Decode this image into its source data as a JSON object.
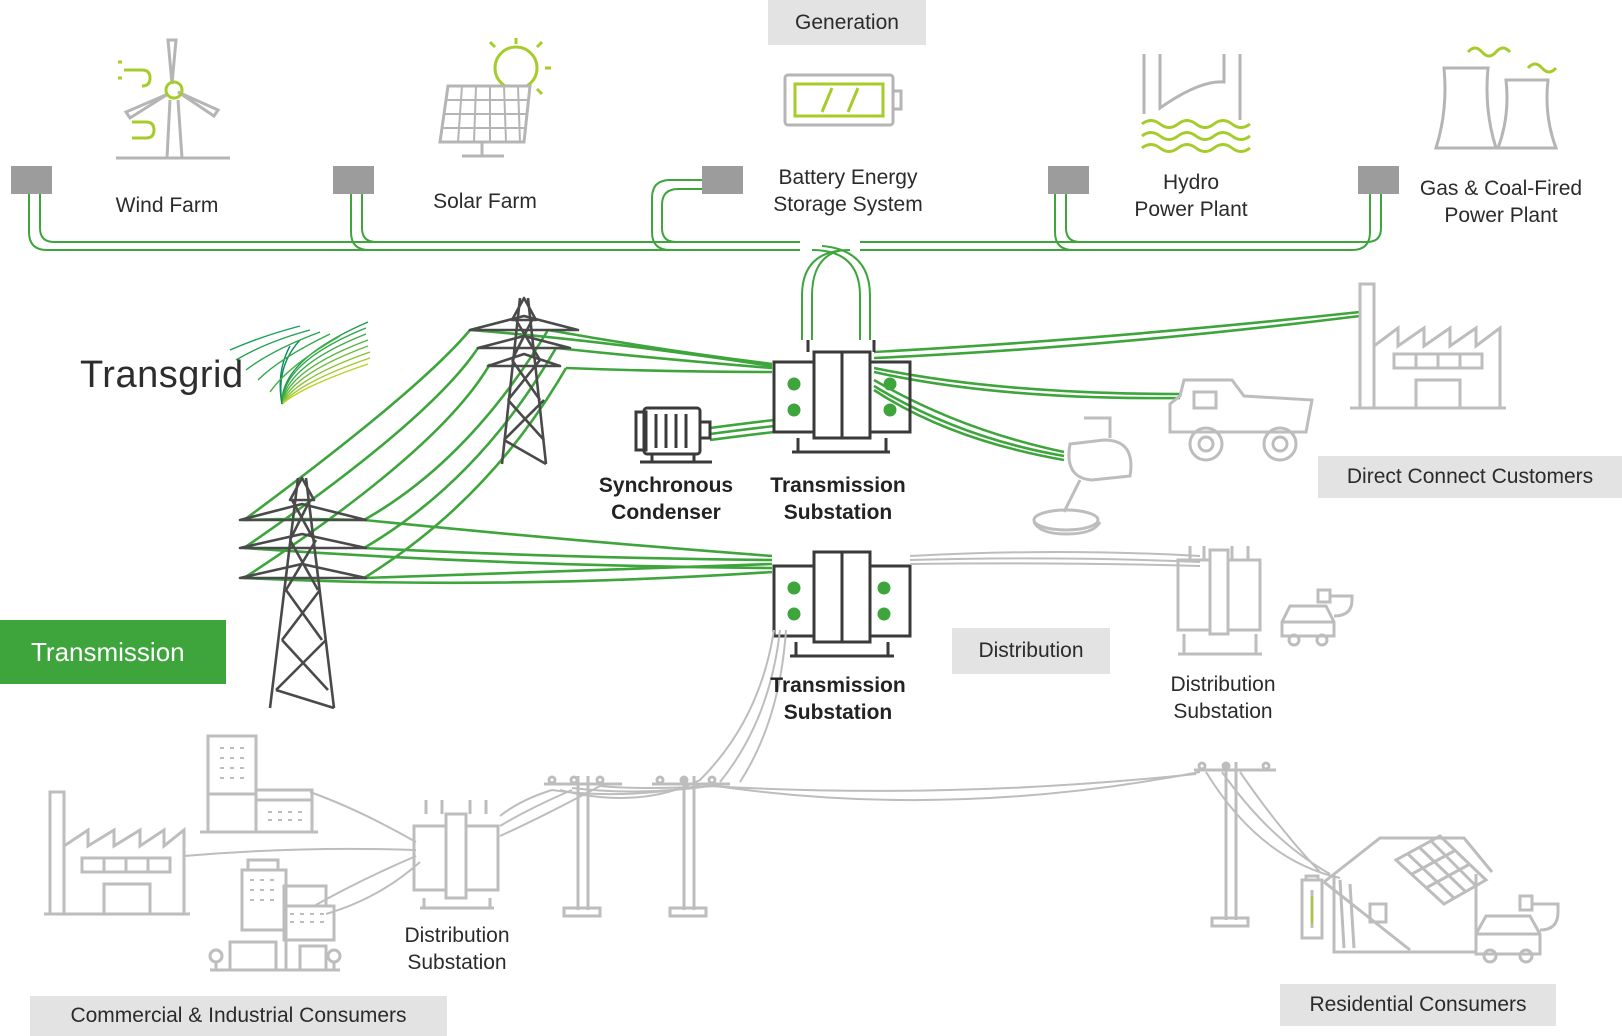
{
  "sections": {
    "generation": "Generation",
    "transmission": "Transmission",
    "distribution": "Distribution",
    "direct_connect": "Direct Connect Customers",
    "commercial": "Commercial & Industrial Consumers",
    "residential": "Residential Consumers"
  },
  "generation": {
    "wind": "Wind Farm",
    "solar": "Solar Farm",
    "battery_line1": "Battery Energy",
    "battery_line2": "Storage System",
    "hydro_line1": "Hydro",
    "hydro_line2": "Power Plant",
    "gas_line1": "Gas & Coal-Fired",
    "gas_line2": "Power Plant"
  },
  "transmission": {
    "sync_line1": "Synchronous",
    "sync_line2": "Condenser",
    "substation1_line1": "Transmission",
    "substation1_line2": "Substation",
    "substation2_line1": "Transmission",
    "substation2_line2": "Substation"
  },
  "distribution": {
    "substation_right_line1": "Distribution",
    "substation_right_line2": "Substation",
    "substation_left_line1": "Distribution",
    "substation_left_line2": "Substation"
  },
  "brand": {
    "name": "Transgrid"
  },
  "colors": {
    "green": "#3da53c",
    "lime": "#a6cc2c",
    "gray_line": "#b5b5b5",
    "dark": "#3a3a3a",
    "box_gray": "#9c9c9c",
    "tag_bg": "#e3e3e4"
  },
  "icons": [
    "wind-turbine-icon",
    "solar-panel-icon",
    "battery-icon",
    "hydro-dam-icon",
    "cooling-tower-icon",
    "transmission-tower-icon",
    "substation-icon",
    "synchronous-condenser-icon",
    "factory-icon",
    "mining-truck-icon",
    "smelter-icon",
    "office-building-icon",
    "ev-car-icon",
    "house-solar-icon",
    "utility-pole-icon"
  ]
}
